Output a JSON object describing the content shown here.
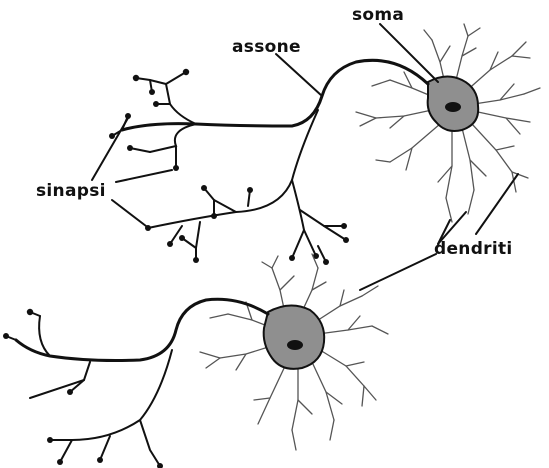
{
  "labels": {
    "soma": "soma",
    "axon": "assone",
    "synapses": "sinapsi",
    "dendrites": "dendriti"
  },
  "colors": {
    "line": "#111111",
    "soma_fill": "#8f8f8f",
    "nucleus": "#111111",
    "dendrite": "#555555"
  }
}
